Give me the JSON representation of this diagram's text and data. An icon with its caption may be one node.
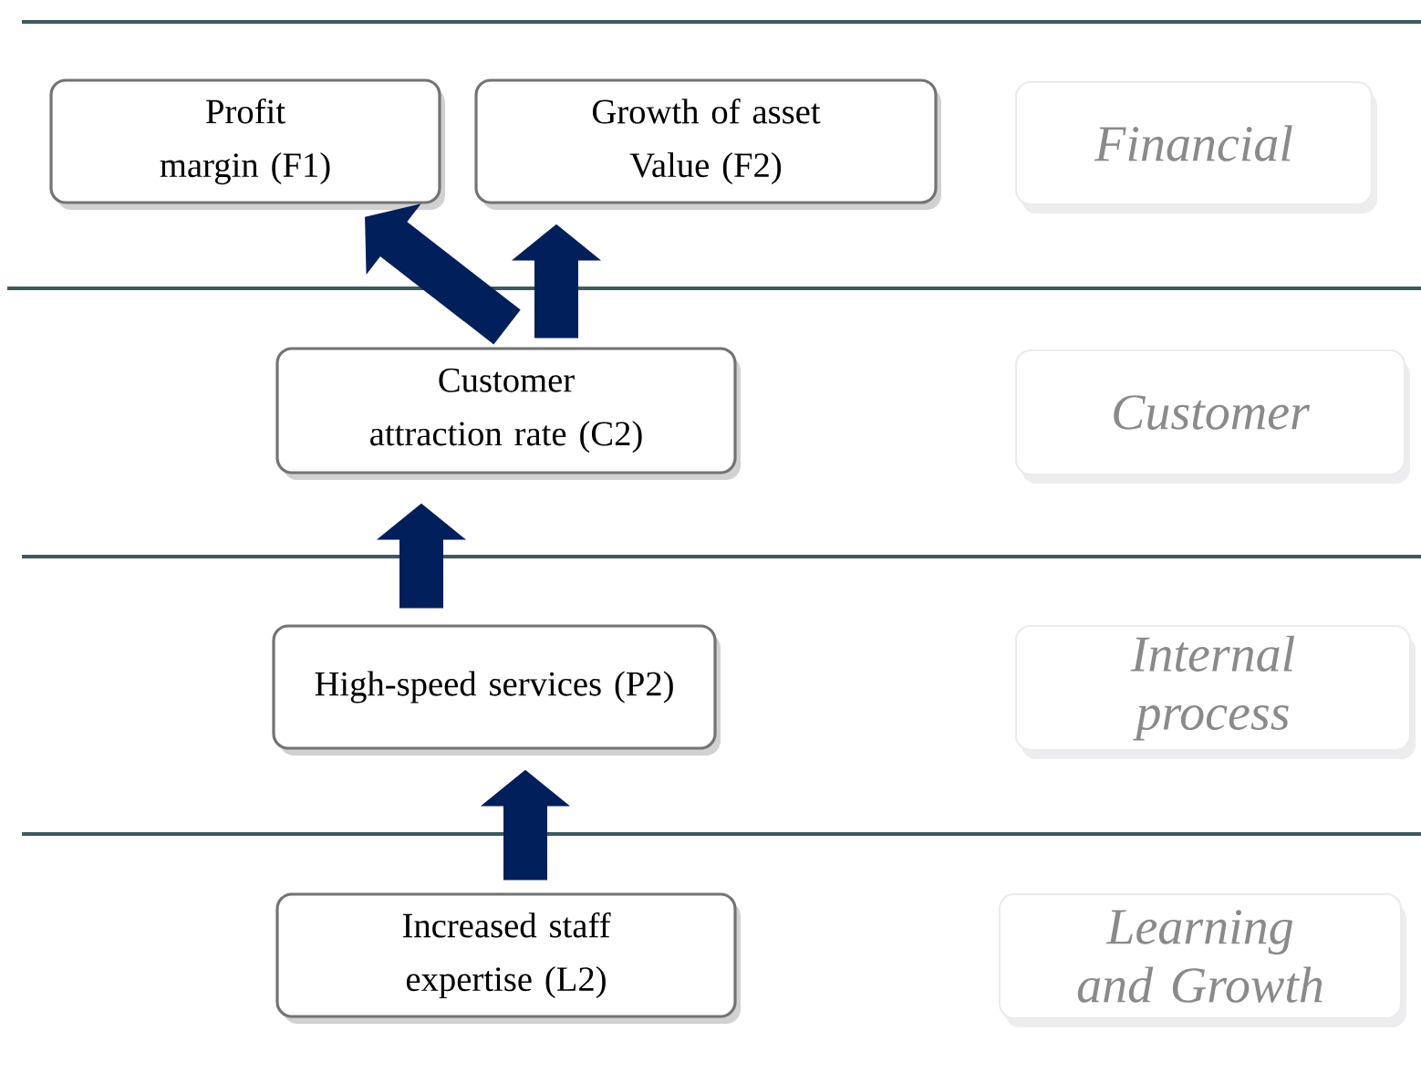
{
  "diagram": {
    "nodes": [
      {
        "text": [
          "Profit margin (F1)"
        ]
      },
      {
        "text": [
          "Growth of asset Value (F2)"
        ]
      },
      {
        "text": [
          "Financial"
        ]
      },
      {
        "text": [
          "Customer attraction rate (C2)"
        ]
      },
      {
        "text": [
          "Customer"
        ]
      },
      {
        "text": [
          "High-speed services (P2)"
        ]
      },
      {
        "text": [
          "Internal process"
        ]
      },
      {
        "text": [
          "Increased staff expertise (L2)"
        ]
      },
      {
        "text": [
          "Learning and Growth"
        ]
      }
    ],
    "edges": [
      {
        "from": 3,
        "to": 0,
        "arrow": "to"
      },
      {
        "from": 3,
        "to": 1,
        "arrow": "to"
      },
      {
        "from": 5,
        "to": 3,
        "arrow": "to"
      },
      {
        "from": 7,
        "to": 5,
        "arrow": "to"
      }
    ]
  }
}
